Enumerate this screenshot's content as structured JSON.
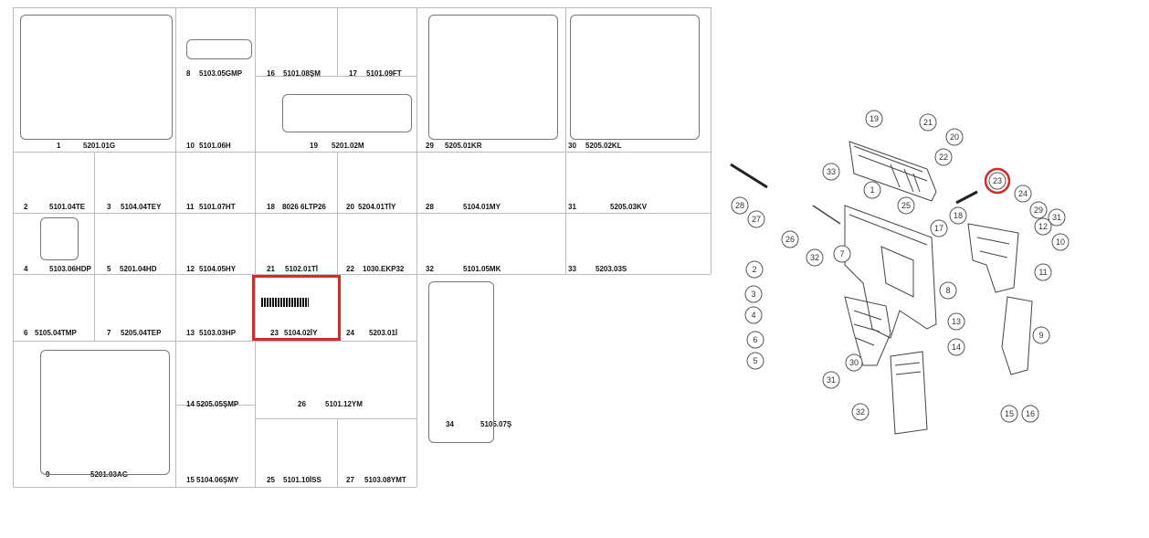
{
  "parts_table": {
    "cells": [
      {
        "num": "1",
        "code": "5201.01G"
      },
      {
        "num": "8",
        "code": "5103.05GMP"
      },
      {
        "num": "16",
        "code": "5101.08ŞM"
      },
      {
        "num": "17",
        "code": "5101.09FT"
      },
      {
        "num": "29",
        "code": "5205.01KR"
      },
      {
        "num": "30",
        "code": "5205.02KL"
      },
      {
        "num": "10",
        "code": "5101.06H"
      },
      {
        "num": "19",
        "code": "5201.02M"
      },
      {
        "num": "2",
        "code": "5101.04TE"
      },
      {
        "num": "3",
        "code": "5104.04TEY"
      },
      {
        "num": "11",
        "code": "5101.07HT"
      },
      {
        "num": "18",
        "code": "8026 6LTP26"
      },
      {
        "num": "20",
        "code": "5204.01TİY"
      },
      {
        "num": "28",
        "code": "5104.01MY"
      },
      {
        "num": "31",
        "code": "5205.03KV"
      },
      {
        "num": "4",
        "code": "5103.06HDP"
      },
      {
        "num": "5",
        "code": "5201.04HD"
      },
      {
        "num": "12",
        "code": "5104.05HY"
      },
      {
        "num": "21",
        "code": "5102.01Tİ"
      },
      {
        "num": "22",
        "code": "1030.EKP32"
      },
      {
        "num": "32",
        "code": "5101.05MK"
      },
      {
        "num": "33",
        "code": "5203.03S"
      },
      {
        "num": "6",
        "code": "5105.04TMP"
      },
      {
        "num": "7",
        "code": "5205.04TEP"
      },
      {
        "num": "13",
        "code": "5103.03HP"
      },
      {
        "num": "23",
        "code": "5104.02İY"
      },
      {
        "num": "24",
        "code": "5203.01İ"
      },
      {
        "num": "34",
        "code": "5105.07Ş"
      },
      {
        "num": "9",
        "code": "5201.03AG"
      },
      {
        "num": "14",
        "code": "5205.05ŞMP"
      },
      {
        "num": "26",
        "code": "5101.12YM"
      },
      {
        "num": "15",
        "code": "5104.06ŞMY"
      },
      {
        "num": "25",
        "code": "5101.10İSS"
      },
      {
        "num": "27",
        "code": "5103.08YMT"
      }
    ],
    "highlighted_part": "23"
  },
  "exploded_view": {
    "callouts": [
      "19",
      "21",
      "20",
      "22",
      "33",
      "23",
      "24",
      "29",
      "28",
      "27",
      "25",
      "1",
      "18",
      "17",
      "31",
      "26",
      "12",
      "10",
      "7",
      "32",
      "2",
      "3",
      "8",
      "11",
      "4",
      "6",
      "5",
      "30",
      "13",
      "9",
      "14",
      "31",
      "32",
      "15",
      "16"
    ],
    "highlighted_callout": "23",
    "highlight_color": "#d42a2a"
  }
}
